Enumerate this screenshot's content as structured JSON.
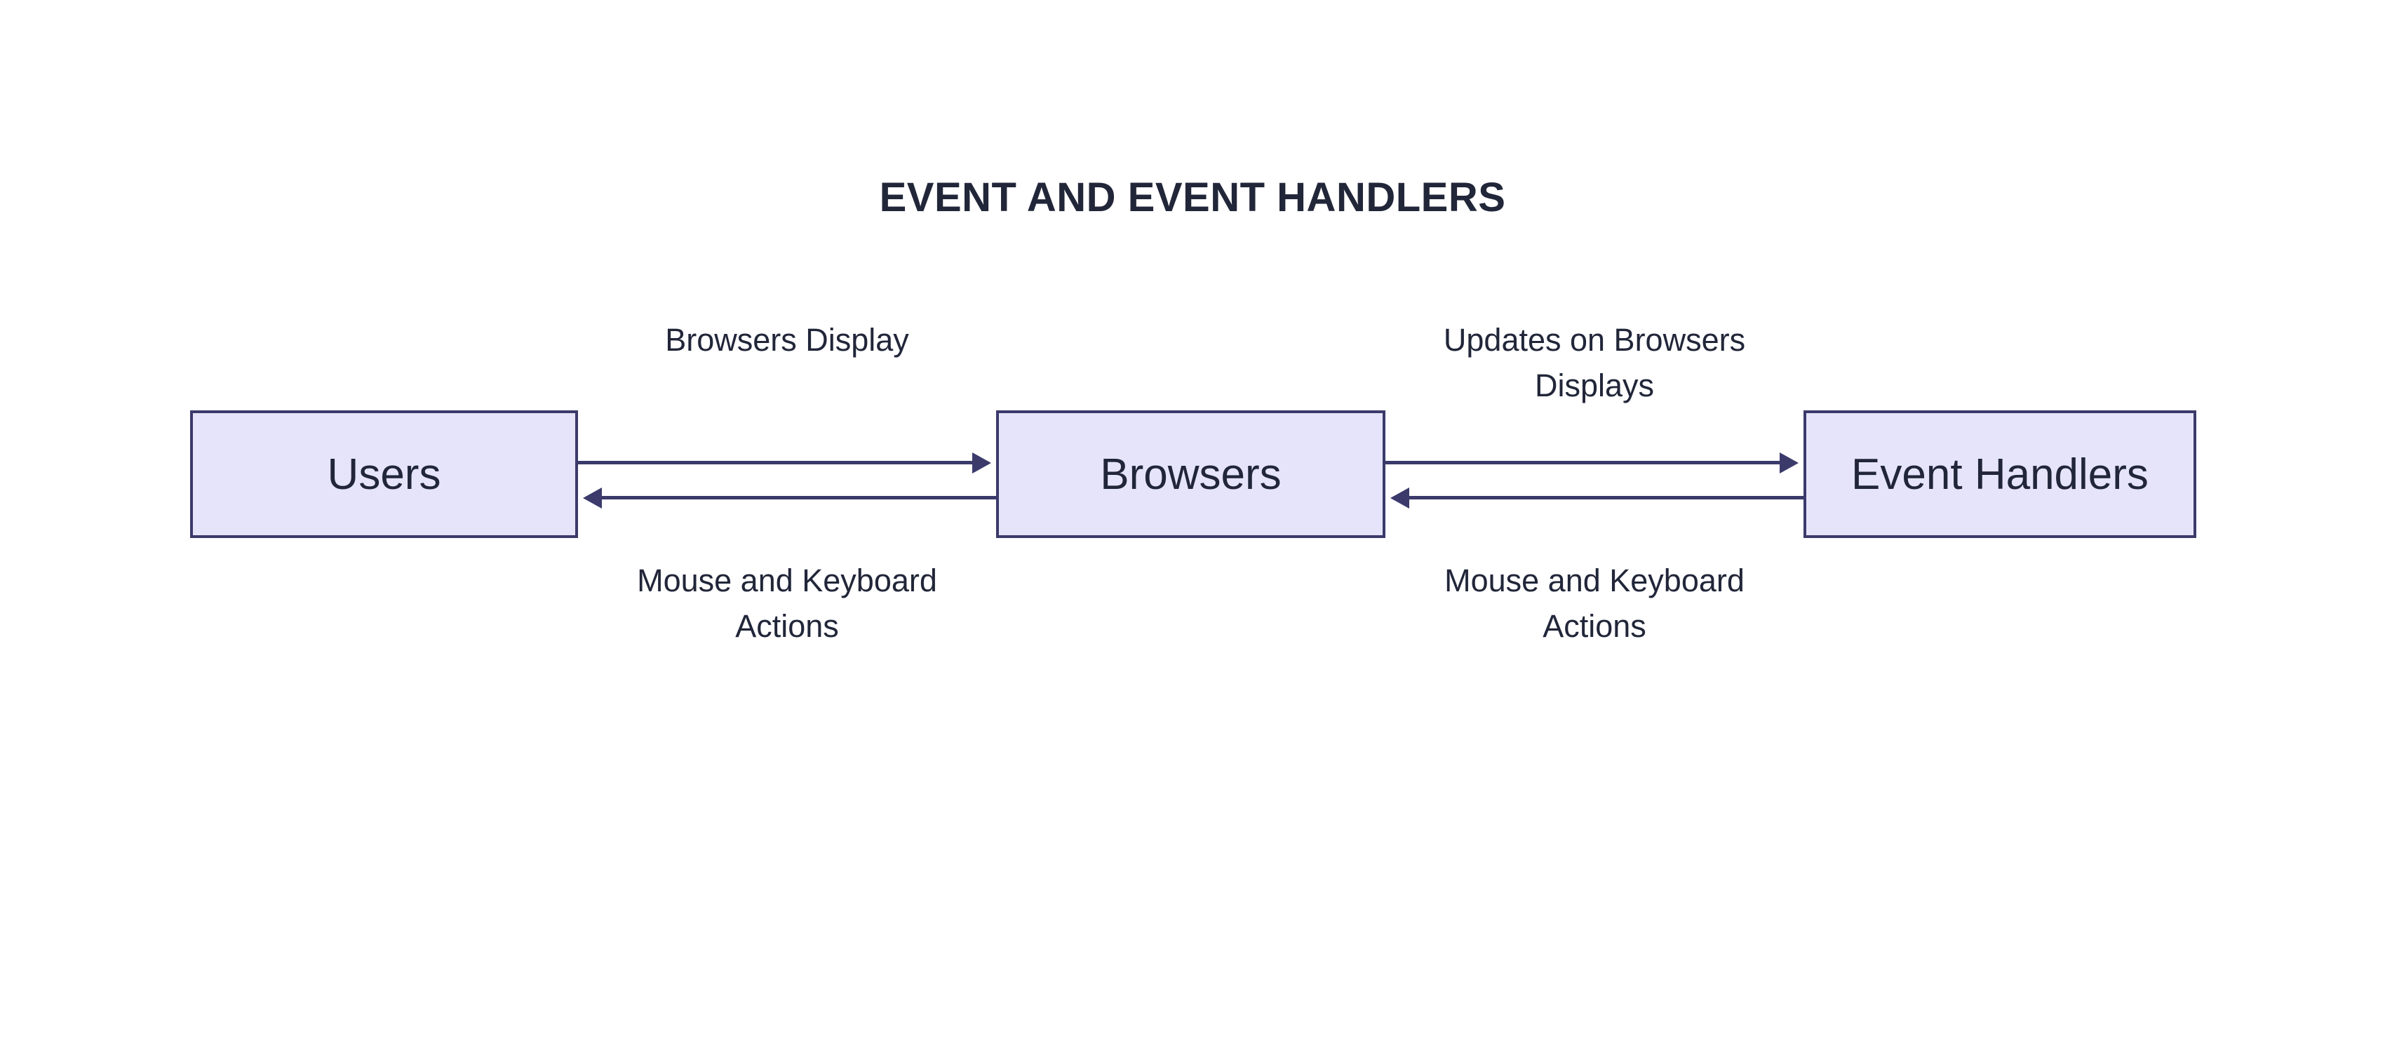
{
  "title": "EVENT AND EVENT HANDLERS",
  "colors": {
    "node_fill": "#e6e4fa",
    "node_border": "#3b3a6b",
    "arrow": "#3b3a6b",
    "text": "#212639"
  },
  "nodes": [
    {
      "id": "users",
      "label": "Users"
    },
    {
      "id": "browsers",
      "label": "Browsers"
    },
    {
      "id": "event_handlers",
      "label": "Event Handlers"
    }
  ],
  "edges": [
    {
      "from": "Users",
      "to": "Browsers",
      "label_top": "Browsers Display",
      "label_bottom": "Mouse and Keyboard\nActions"
    },
    {
      "from": "Browsers",
      "to": "Event Handlers",
      "label_top": "Updates on Browsers\nDisplays",
      "label_bottom": "Mouse and Keyboard\nActions"
    }
  ]
}
